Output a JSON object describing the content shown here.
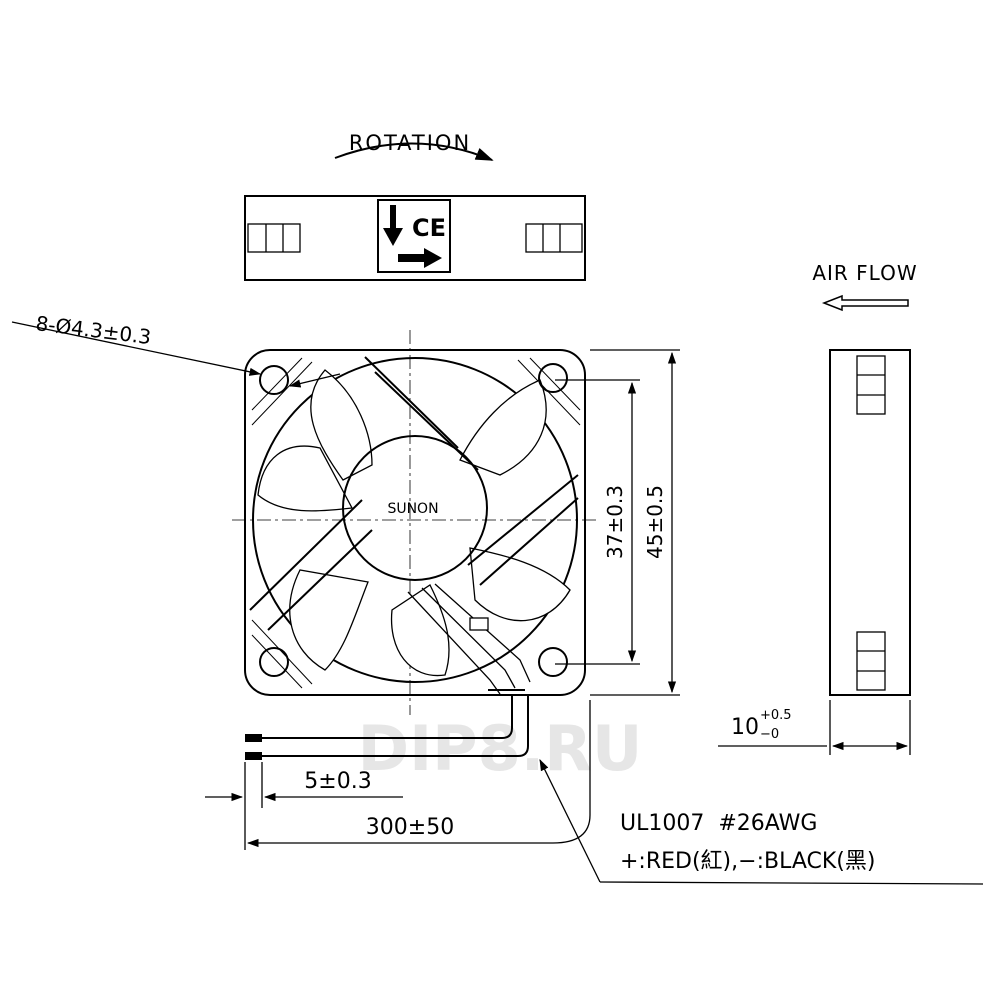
{
  "labels": {
    "rotation": "ROTATION",
    "air_flow": "AIR FLOW",
    "hole_spec": "8-Ø4.3±0.3",
    "brand": "SUNON",
    "dim_inner": "37±0.3",
    "dim_outer": "45±0.5",
    "dim_thickness_base": "10",
    "dim_thickness_plus": "+0.5",
    "dim_thickness_minus": "−0",
    "dim_strip": "5±0.3",
    "dim_lead": "300±50",
    "wire_spec": "UL1007  #26AWG",
    "wire_colors": "+:RED(紅),−:BLACK(黑)",
    "watermark": "DIP8.RU"
  }
}
